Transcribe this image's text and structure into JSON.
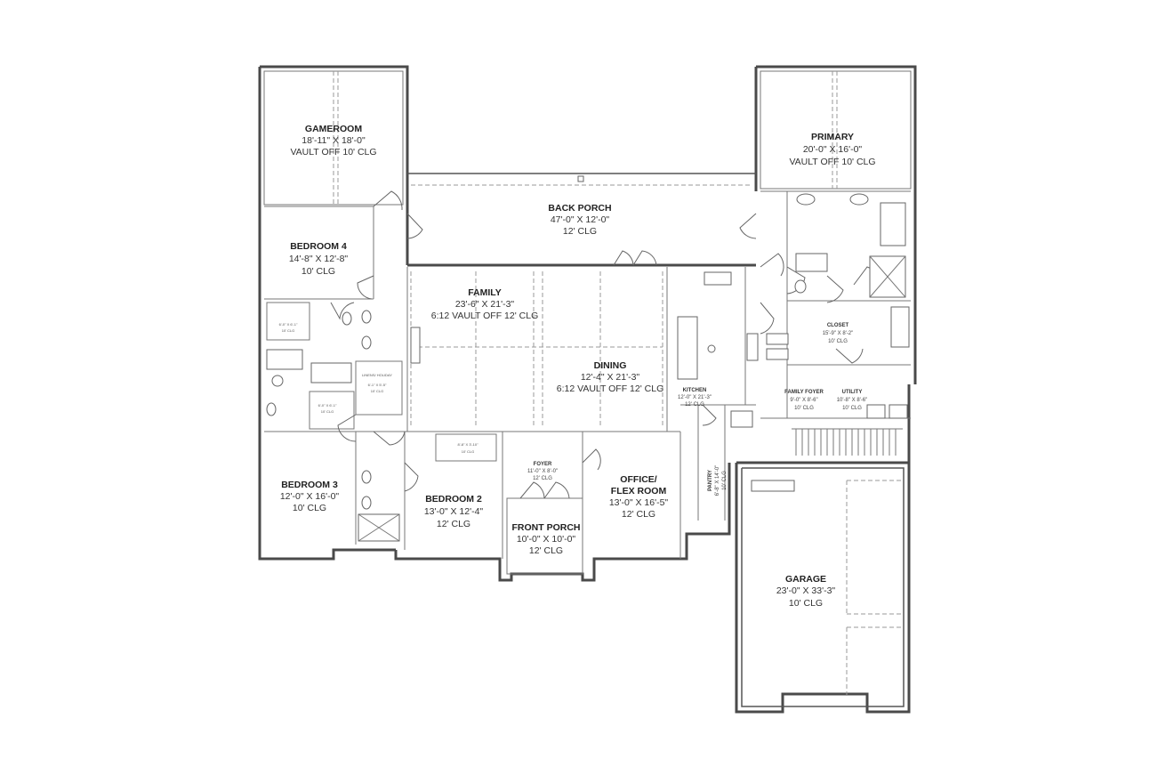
{
  "rooms": {
    "gameroom": {
      "name": "GAMEROOM",
      "dims": "18'-11\" X 18'-0\"",
      "clg": "VAULT OFF 10' CLG"
    },
    "primary": {
      "name": "PRIMARY",
      "dims": "20'-0\" X 16'-0\"",
      "clg": "VAULT OFF 10' CLG"
    },
    "back_porch": {
      "name": "BACK PORCH",
      "dims": "47'-0\" X 12'-0\"",
      "clg": "12' CLG"
    },
    "bedroom4": {
      "name": "BEDROOM 4",
      "dims": "14'-8\" X 12'-8\"",
      "clg": "10' CLG"
    },
    "family": {
      "name": "FAMILY",
      "dims": "23'-6\" X 21'-3\"",
      "clg": "6:12 VAULT OFF 12' CLG"
    },
    "dining": {
      "name": "DINING",
      "dims": "12'-4\" X 21'-3\"",
      "clg": "6:12 VAULT OFF 12' CLG"
    },
    "kitchen": {
      "name": "KITCHEN",
      "dims": "12'-0\" X 21'-3\"",
      "clg": "12' CLG"
    },
    "closet": {
      "name": "CLOSET",
      "dims": "15'-9\" X 8'-2\"",
      "clg": "10' CLG"
    },
    "family_foyer": {
      "name": "FAMILY FOYER",
      "dims": "9'-0\" X 8'-6\"",
      "clg": "10' CLG"
    },
    "utility": {
      "name": "UTILITY",
      "dims": "10'-8\" X 8'-6\"",
      "clg": "10' CLG"
    },
    "linens": {
      "name": "LINENS/ HOLIDAY",
      "dims": "6'-1\" X 5'-5\"",
      "clg": "10' CLG"
    },
    "wic_a": {
      "dims": "6'-0\" X 6'-1\"",
      "clg": "10' CLG"
    },
    "wic_b": {
      "dims": "6'-0\" X 6'-1\"",
      "clg": "10' CLG"
    },
    "wic_c": {
      "dims": "8'-8\" X 3'-10\"",
      "clg": "10' CLG"
    },
    "bedroom3": {
      "name": "BEDROOM 3",
      "dims": "12'-0\" X 16'-0\"",
      "clg": "10' CLG"
    },
    "bedroom2": {
      "name": "BEDROOM 2",
      "dims": "13'-0\" X 12'-4\"",
      "clg": "12' CLG"
    },
    "foyer": {
      "name": "FOYER",
      "dims": "11'-0\" X 8'-0\"",
      "clg": "12' CLG"
    },
    "front_porch": {
      "name": "FRONT PORCH",
      "dims": "10'-0\" X 10'-0\"",
      "clg": "12' CLG"
    },
    "office": {
      "name": "OFFICE/",
      "name2": "FLEX ROOM",
      "dims": "13'-0\" X 16'-5\"",
      "clg": "12' CLG"
    },
    "pantry": {
      "name": "PANTRY",
      "dims": "6'-8\" X 14'-0\"",
      "clg": "10' CLG"
    },
    "garage": {
      "name": "GARAGE",
      "dims": "23'-0\" X 33'-3\"",
      "clg": "10' CLG"
    }
  }
}
